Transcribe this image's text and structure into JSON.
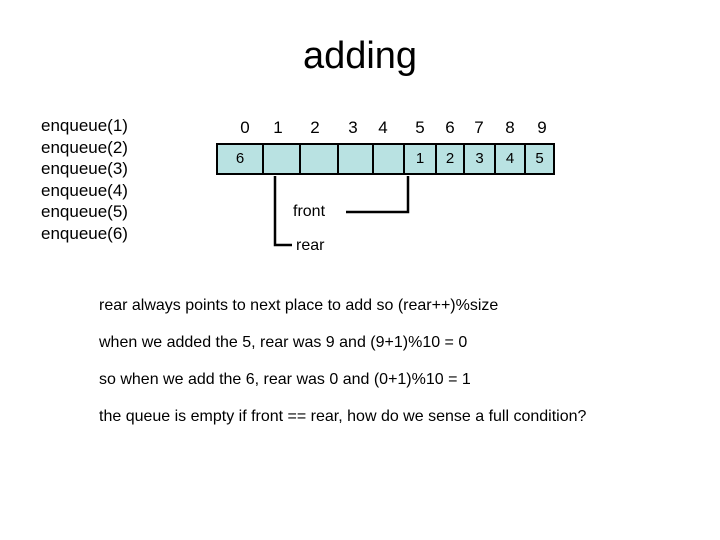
{
  "slide": {
    "title": "adding",
    "background_color": "#ffffff",
    "text_color": "#000000"
  },
  "operations": {
    "items": [
      "enqueue(1)",
      "enqueue(2)",
      "enqueue(3)",
      "enqueue(4)",
      "enqueue(5)",
      "enqueue(6)"
    ]
  },
  "array": {
    "cell_fill_color": "#b9e2e2",
    "border_color": "#000000",
    "indices": [
      "0",
      "1",
      "2",
      "3",
      "4",
      "5",
      "6",
      "7",
      "8",
      "9"
    ],
    "cells": [
      {
        "index": "0",
        "value": "6",
        "width": 46,
        "label_offset": 19
      },
      {
        "index": "1",
        "value": "",
        "width": 37,
        "label_offset": 52
      },
      {
        "index": "2",
        "value": "",
        "width": 38,
        "label_offset": 89
      },
      {
        "index": "3",
        "value": "",
        "width": 35,
        "label_offset": 127
      },
      {
        "index": "4",
        "value": "",
        "width": 31,
        "label_offset": 157
      },
      {
        "index": "5",
        "value": "1",
        "width": 32,
        "label_offset": 194
      },
      {
        "index": "6",
        "value": "2",
        "width": 28,
        "label_offset": 224
      },
      {
        "index": "7",
        "value": "3",
        "width": 31,
        "label_offset": 253
      },
      {
        "index": "8",
        "value": "4",
        "width": 30,
        "label_offset": 284
      },
      {
        "index": "9",
        "value": "5",
        "width": 29,
        "label_offset": 316
      }
    ]
  },
  "pointers": {
    "front_label": "front",
    "rear_label": "rear"
  },
  "notes": {
    "lines": [
      "rear always points to next place to add so   (rear++)%size",
      "when we added the 5, rear was 9 and (9+1)%10  = 0",
      "so when we add the 6, rear was 0 and (0+1)%10 = 1",
      "the queue is empty if front == rear, how do we sense a full condition?"
    ]
  }
}
